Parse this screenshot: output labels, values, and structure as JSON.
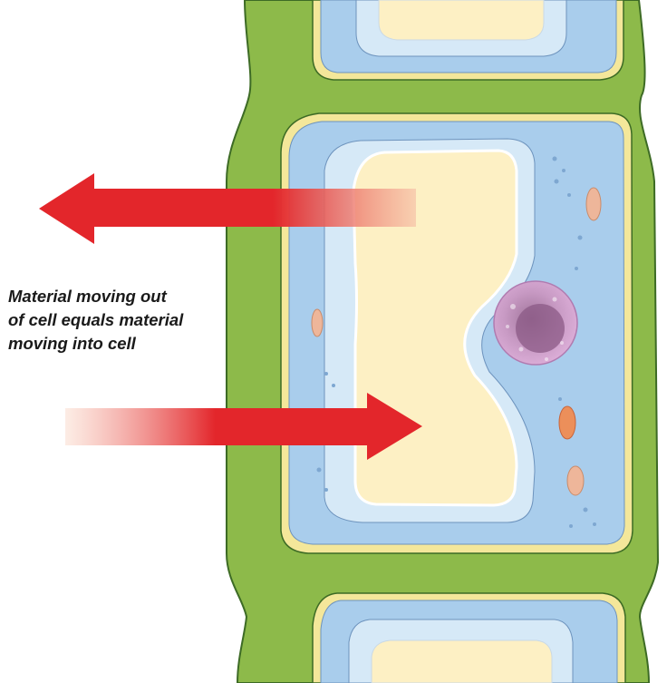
{
  "caption": {
    "lines": [
      "Material moving out",
      "of cell equals material",
      "moving into cell"
    ]
  },
  "colors": {
    "cell_wall_green": "#8dba4a",
    "cell_wall_outline": "#3d6b25",
    "membrane_yellow": "#f4e79a",
    "cytoplasm_blue": "#a9cdec",
    "vacuole_cream": "#fdf0c4",
    "nucleus_pink": "#d9a6d6",
    "arrow_red": "#e3262b"
  },
  "icons": [
    "arrow-left-icon",
    "arrow-right-icon"
  ]
}
